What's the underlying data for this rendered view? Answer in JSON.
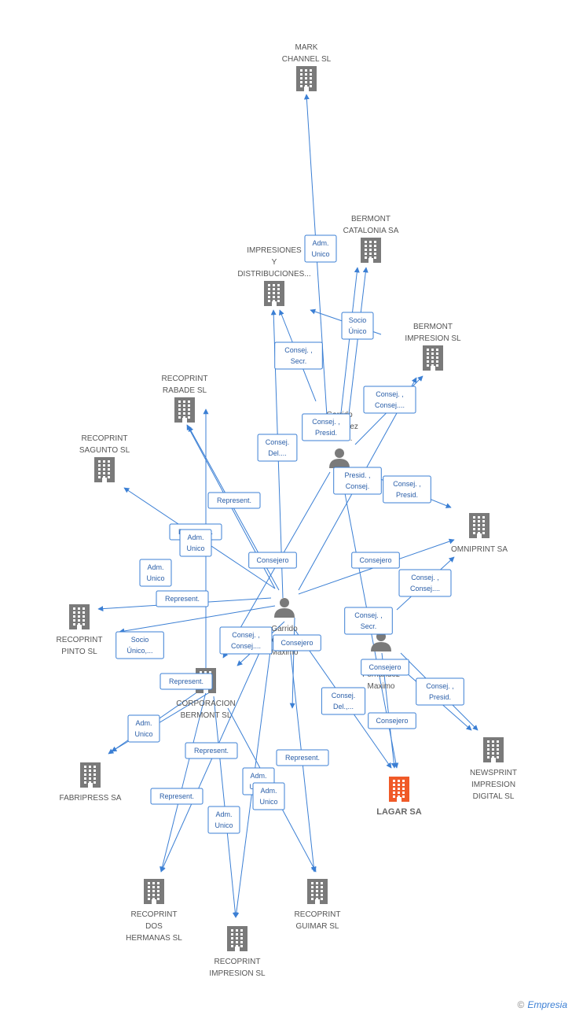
{
  "colors": {
    "edge": "#3b7fd4",
    "company": "#7a7a7a",
    "focus": "#f05a28",
    "person": "#7a7a7a"
  },
  "nodes": [
    {
      "id": "mark",
      "kind": "company",
      "lines": [
        "MARK",
        "CHANNEL SL"
      ]
    },
    {
      "id": "bcat",
      "kind": "company",
      "lines": [
        "BERMONT",
        "CATALONIA SA"
      ]
    },
    {
      "id": "impr",
      "kind": "company",
      "lines": [
        "IMPRESIONES",
        "Y",
        "DISTRIBUCIONES..."
      ]
    },
    {
      "id": "bimp",
      "kind": "company",
      "lines": [
        "BERMONT",
        "IMPRESION SL"
      ]
    },
    {
      "id": "rabade",
      "kind": "company",
      "lines": [
        "RECOPRINT",
        "RABADE SL"
      ]
    },
    {
      "id": "sagunto",
      "kind": "company",
      "lines": [
        "RECOPRINT",
        "SAGUNTO SL"
      ]
    },
    {
      "id": "omni",
      "kind": "company",
      "lines": [
        "OMNIPRINT SA"
      ]
    },
    {
      "id": "pinto",
      "kind": "company",
      "lines": [
        "RECOPRINT",
        "PINTO SL"
      ]
    },
    {
      "id": "corp",
      "kind": "company",
      "lines": [
        "CORPORACION",
        "BERMONT SL"
      ]
    },
    {
      "id": "newsprint",
      "kind": "company",
      "lines": [
        "NEWSPRINT",
        "IMPRESION",
        "DIGITAL SL"
      ]
    },
    {
      "id": "fabri",
      "kind": "company",
      "lines": [
        "FABRIPRESS SA"
      ]
    },
    {
      "id": "lagar",
      "kind": "focus",
      "lines": [
        "LAGAR SA"
      ]
    },
    {
      "id": "dos",
      "kind": "company",
      "lines": [
        "RECOPRINT",
        "DOS",
        "HERMANAS SL"
      ]
    },
    {
      "id": "guimar",
      "kind": "company",
      "lines": [
        "RECOPRINT",
        "GUIMAR SL"
      ]
    },
    {
      "id": "rimp",
      "kind": "company",
      "lines": [
        "RECOPRINT",
        "IMPRESION SL"
      ]
    },
    {
      "id": "p1",
      "kind": "person",
      "lines": [
        "Garrido",
        "Fernández",
        "Jose-..."
      ]
    },
    {
      "id": "p2",
      "kind": "person",
      "lines": [
        "Garrido",
        "Gomez",
        "Maximo"
      ]
    },
    {
      "id": "p3",
      "kind": "person",
      "lines": [
        "Garrido",
        "Fernández",
        "Maximo"
      ]
    }
  ],
  "edge_labels": [
    {
      "id": "e1",
      "lines": [
        "Adm.",
        "Unico"
      ]
    },
    {
      "id": "e2",
      "lines": [
        "Socio",
        "Único"
      ]
    },
    {
      "id": "e3",
      "lines": [
        "Consej. ,",
        "Secr."
      ]
    },
    {
      "id": "e4",
      "lines": [
        "Consej. ,",
        "Consej...."
      ]
    },
    {
      "id": "e5",
      "lines": [
        "Consej. ,",
        "Presid."
      ]
    },
    {
      "id": "e6",
      "lines": [
        "Consej.",
        "Del...."
      ]
    },
    {
      "id": "e7",
      "lines": [
        "Presid. ,",
        "Consej."
      ]
    },
    {
      "id": "e8",
      "lines": [
        "Consej. ,",
        "Presid."
      ]
    },
    {
      "id": "e9",
      "lines": [
        "Represent."
      ]
    },
    {
      "id": "e10",
      "lines": [
        "Represent."
      ]
    },
    {
      "id": "e11",
      "lines": [
        "Adm.",
        "Unico"
      ]
    },
    {
      "id": "e12",
      "lines": [
        "Consejero"
      ]
    },
    {
      "id": "e13",
      "lines": [
        "Consejero"
      ]
    },
    {
      "id": "e14",
      "lines": [
        "Adm.",
        "Unico"
      ]
    },
    {
      "id": "e15",
      "lines": [
        "Consej. ,",
        "Consej...."
      ]
    },
    {
      "id": "e16",
      "lines": [
        "Represent."
      ]
    },
    {
      "id": "e17",
      "lines": [
        "Consej. ,",
        "Secr."
      ]
    },
    {
      "id": "e18",
      "lines": [
        "Socio",
        "Único,..."
      ]
    },
    {
      "id": "e19",
      "lines": [
        "Consej. ,",
        "Consej...."
      ]
    },
    {
      "id": "e20",
      "lines": [
        "Consejero"
      ]
    },
    {
      "id": "e21",
      "lines": [
        "Consejero"
      ]
    },
    {
      "id": "e22",
      "lines": [
        "Represent."
      ]
    },
    {
      "id": "e23",
      "lines": [
        "Consej.",
        "Del.,..."
      ]
    },
    {
      "id": "e24",
      "lines": [
        "Consej. ,",
        "Presid."
      ]
    },
    {
      "id": "e25",
      "lines": [
        "Adm.",
        "Unico"
      ]
    },
    {
      "id": "e26",
      "lines": [
        "Consejero"
      ]
    },
    {
      "id": "e27",
      "lines": [
        "Represent."
      ]
    },
    {
      "id": "e28",
      "lines": [
        "Represent."
      ]
    },
    {
      "id": "e29",
      "lines": [
        "Adm.",
        "Unico"
      ]
    },
    {
      "id": "e30",
      "lines": [
        "Represent."
      ]
    },
    {
      "id": "e31",
      "lines": [
        "Adm.",
        "Unico"
      ]
    },
    {
      "id": "e32",
      "lines": [
        "Adm.",
        "Unico"
      ]
    }
  ],
  "brand": {
    "copyright": "©",
    "name": "Empresia"
  }
}
